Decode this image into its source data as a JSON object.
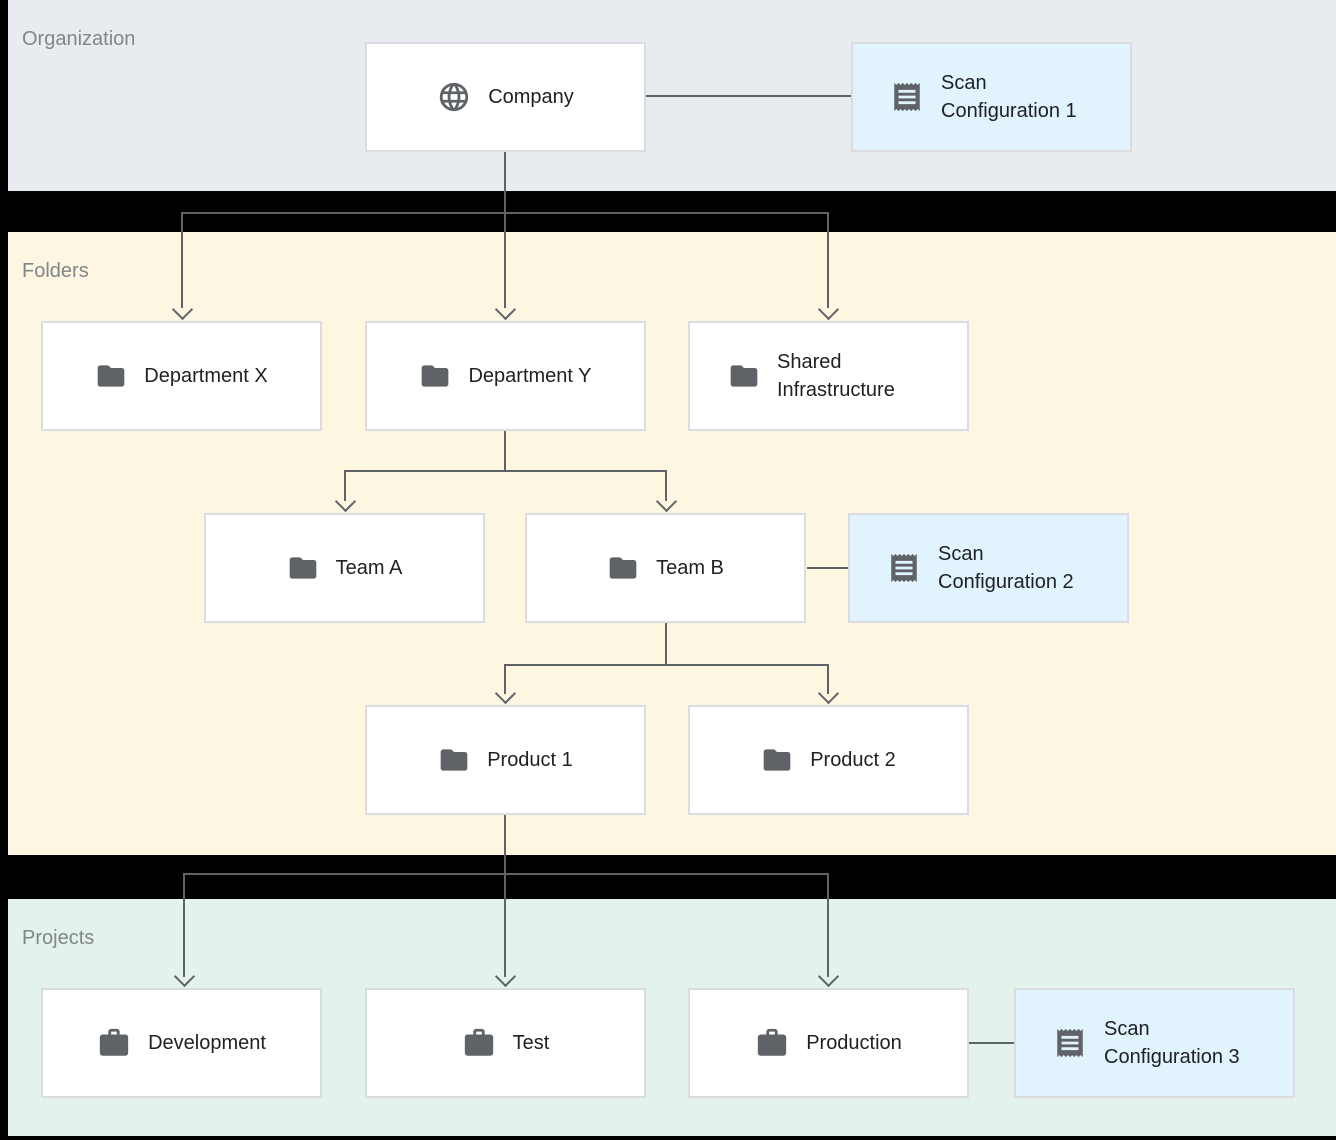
{
  "sections": {
    "organization": {
      "label": "Organization"
    },
    "folders": {
      "label": "Folders"
    },
    "projects": {
      "label": "Projects"
    }
  },
  "nodes": {
    "company": {
      "label": "Company",
      "icon": "globe"
    },
    "scan_configuration_1": {
      "label": "Scan Configuration 1",
      "icon": "receipt"
    },
    "department_x": {
      "label": "Department X",
      "icon": "folder"
    },
    "department_y": {
      "label": "Department Y",
      "icon": "folder"
    },
    "shared_infrastructure": {
      "label": "Shared Infrastructure",
      "icon": "folder"
    },
    "team_a": {
      "label": "Team A",
      "icon": "folder"
    },
    "team_b": {
      "label": "Team B",
      "icon": "folder"
    },
    "scan_configuration_2": {
      "label": "Scan Configuration 2",
      "icon": "receipt"
    },
    "product_1": {
      "label": "Product 1",
      "icon": "folder"
    },
    "product_2": {
      "label": "Product 2",
      "icon": "folder"
    },
    "development": {
      "label": "Development",
      "icon": "briefcase"
    },
    "test": {
      "label": "Test",
      "icon": "briefcase"
    },
    "production": {
      "label": "Production",
      "icon": "briefcase"
    },
    "scan_configuration_3": {
      "label": "Scan Configuration 3",
      "icon": "receipt"
    }
  },
  "colors": {
    "canvas": "#000000",
    "band-organization": "#e8ebef",
    "band-folders": "#fdf7e2",
    "band-projects": "#e3f2ea",
    "node-bg": "#ffffff",
    "scan-node-bg": "#e1f3fd",
    "node-border": "#dadce0",
    "line": "#5f6368",
    "icon": "#5f6368",
    "text": "#202124",
    "band-label": "#80868b"
  }
}
